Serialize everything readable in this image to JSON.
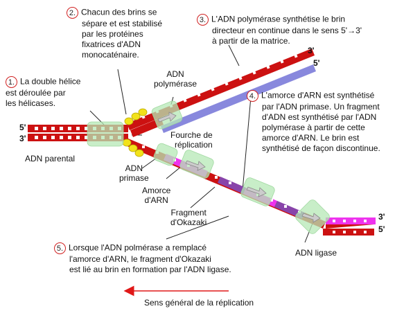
{
  "steps": [
    {
      "number": "1.",
      "lines": [
        "La double hélice",
        "est déroulée par",
        "les hélicases."
      ]
    },
    {
      "number": "2.",
      "lines": [
        "Chacun des brins se",
        "sépare et est stabilisé",
        "par les protéines",
        "fixatrices d'ADN",
        "monocaténaire."
      ]
    },
    {
      "number": "3.",
      "lines": [
        "L'ADN polymérase synthétise le brin",
        "directeur en continue dans le sens 5'→3'",
        "à partir de la matrice."
      ]
    },
    {
      "number": "4.",
      "lines": [
        "L'amorce d'ARN est synthétisé",
        "par l'ADN primase.  Un fragment",
        "d'ADN est synthétisé par l'ADN",
        "polymérase à partir de cette",
        "amorce d'ARN.  Le brin est",
        "synthétisé de façon discontinue."
      ]
    },
    {
      "number": "5.",
      "lines": [
        "Lorsque l'ADN polmérase a remplacé",
        "l'amorce d'ARN, le fragment d'Okazaki",
        "est lié au brin en formation par l'ADN ligase."
      ]
    }
  ],
  "labels": {
    "adn_polymerase": [
      "ADN",
      "polymérase"
    ],
    "fourche": [
      "Fourche de",
      "réplication"
    ],
    "adn_primase": [
      "ADN",
      "primase"
    ],
    "amorce_arn": [
      "Amorce",
      "d'ARN"
    ],
    "fragment_okazaki": [
      "Fragment",
      "d'Okazaki"
    ],
    "adn_parental": "ADN parental",
    "adn_ligase": "ADN ligase"
  },
  "strand_ends": {
    "left_5": "5'",
    "left_3": "3'",
    "top_3": "3'",
    "top_5": "5'",
    "bottom_3": "3'",
    "bottom_5": "5'"
  },
  "direction_label": "Sens général de la réplication",
  "colors": {
    "parental_strand": "#cc1111",
    "leading_new": "#8888dd",
    "rna_primer": "#8844aa",
    "okazaki_new": "#ee33ee",
    "enzyme_green": "#b6e8b6",
    "ssb_yellow": "#f2e21a",
    "arrow_red": "#e01818",
    "step_circle": "#d02020"
  }
}
